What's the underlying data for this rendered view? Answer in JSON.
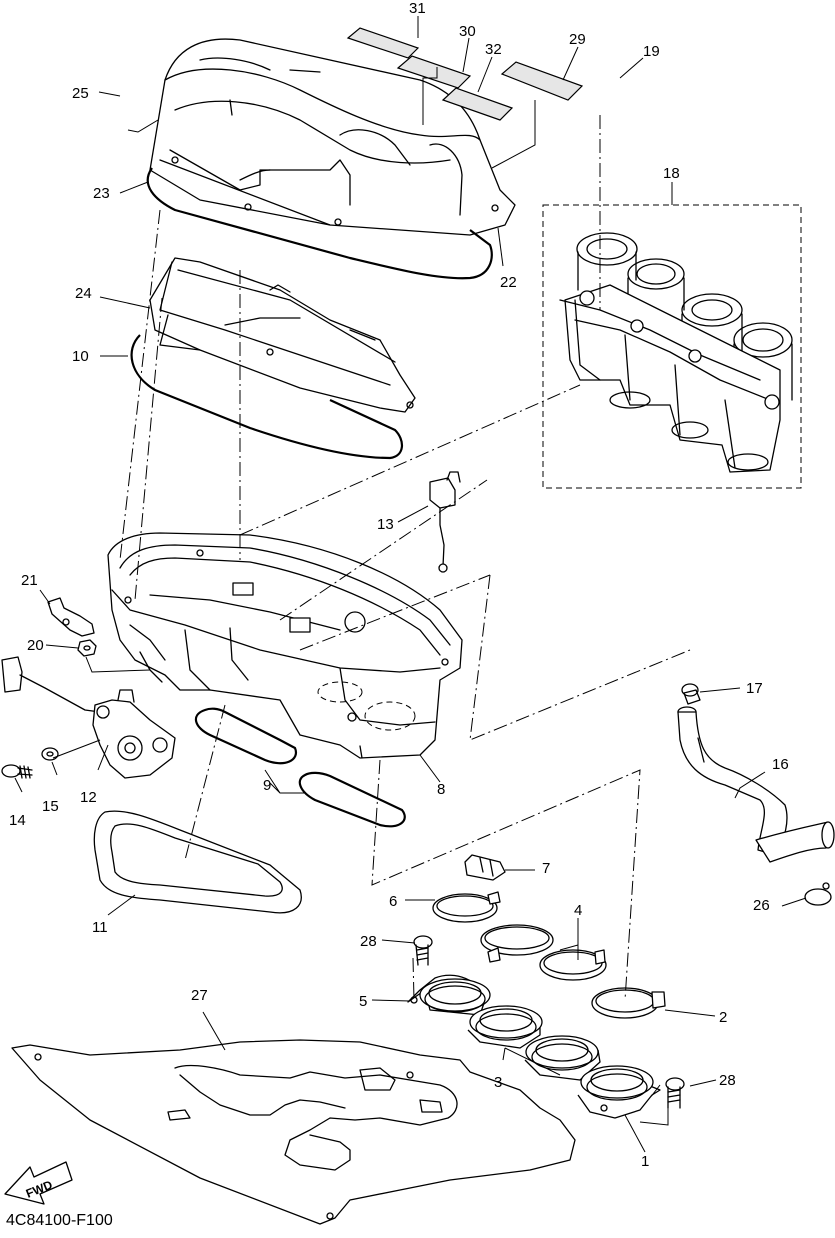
{
  "diagram_code": "4C84100-F100",
  "fwd_label": "FWD",
  "callouts": {
    "c1": "1",
    "c2": "2",
    "c3": "3",
    "c4": "4",
    "c5": "5",
    "c6": "6",
    "c7": "7",
    "c8": "8",
    "c9": "9",
    "c10": "10",
    "c11": "11",
    "c12": "12",
    "c13": "13",
    "c14": "14",
    "c15": "15",
    "c16": "16",
    "c17": "17",
    "c18": "18",
    "c19": "19",
    "c20": "20",
    "c21": "21",
    "c22": "22",
    "c23": "23",
    "c24": "24",
    "c25": "25",
    "c26": "26",
    "c27": "27",
    "c28a": "28",
    "c28b": "28",
    "c29": "29",
    "c30": "30",
    "c31": "31",
    "c32": "32"
  }
}
